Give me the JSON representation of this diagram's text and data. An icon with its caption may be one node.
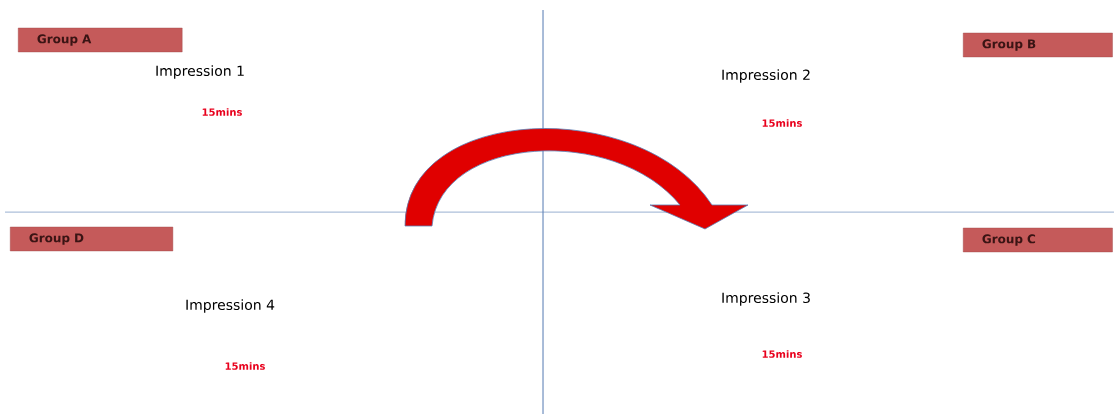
{
  "diagram": {
    "nodes": [
      {
        "text": [
          "Group A"
        ]
      },
      {
        "text": [
          "Group B"
        ]
      },
      {
        "text": [
          "Group D"
        ]
      },
      {
        "text": [
          "Group C"
        ]
      }
    ],
    "labels": [
      "Impression 1",
      "15mins",
      "Impression 2",
      "15mins",
      "Impression 4",
      "15mins",
      "Impression 3",
      "15mins"
    ]
  }
}
